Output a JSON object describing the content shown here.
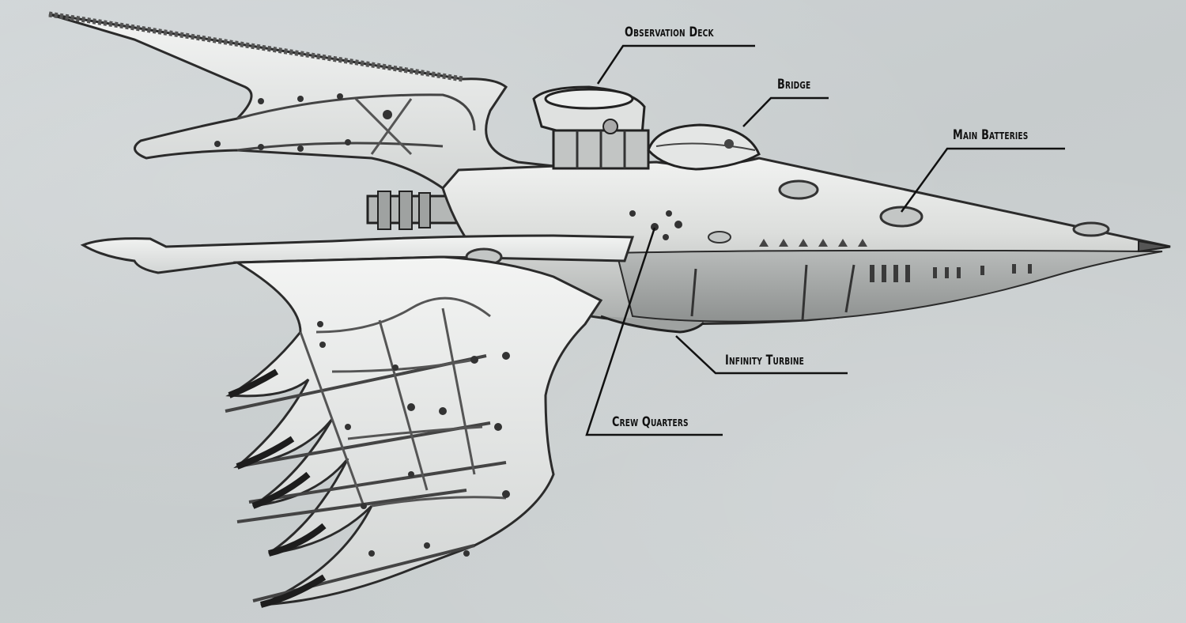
{
  "diagram": {
    "labels": {
      "observation_deck": "Observation Deck",
      "bridge": "Bridge",
      "main_batteries": "Main Batteries",
      "infinity_turbine": "Infinity Turbine",
      "crew_quarters": "Crew Quarters"
    },
    "colors": {
      "background": "#c9ced0",
      "hull_light": "#e9ebea",
      "hull_mid": "#b9bcbb",
      "hull_dark": "#3a3a3a",
      "label_text": "#111111"
    }
  }
}
